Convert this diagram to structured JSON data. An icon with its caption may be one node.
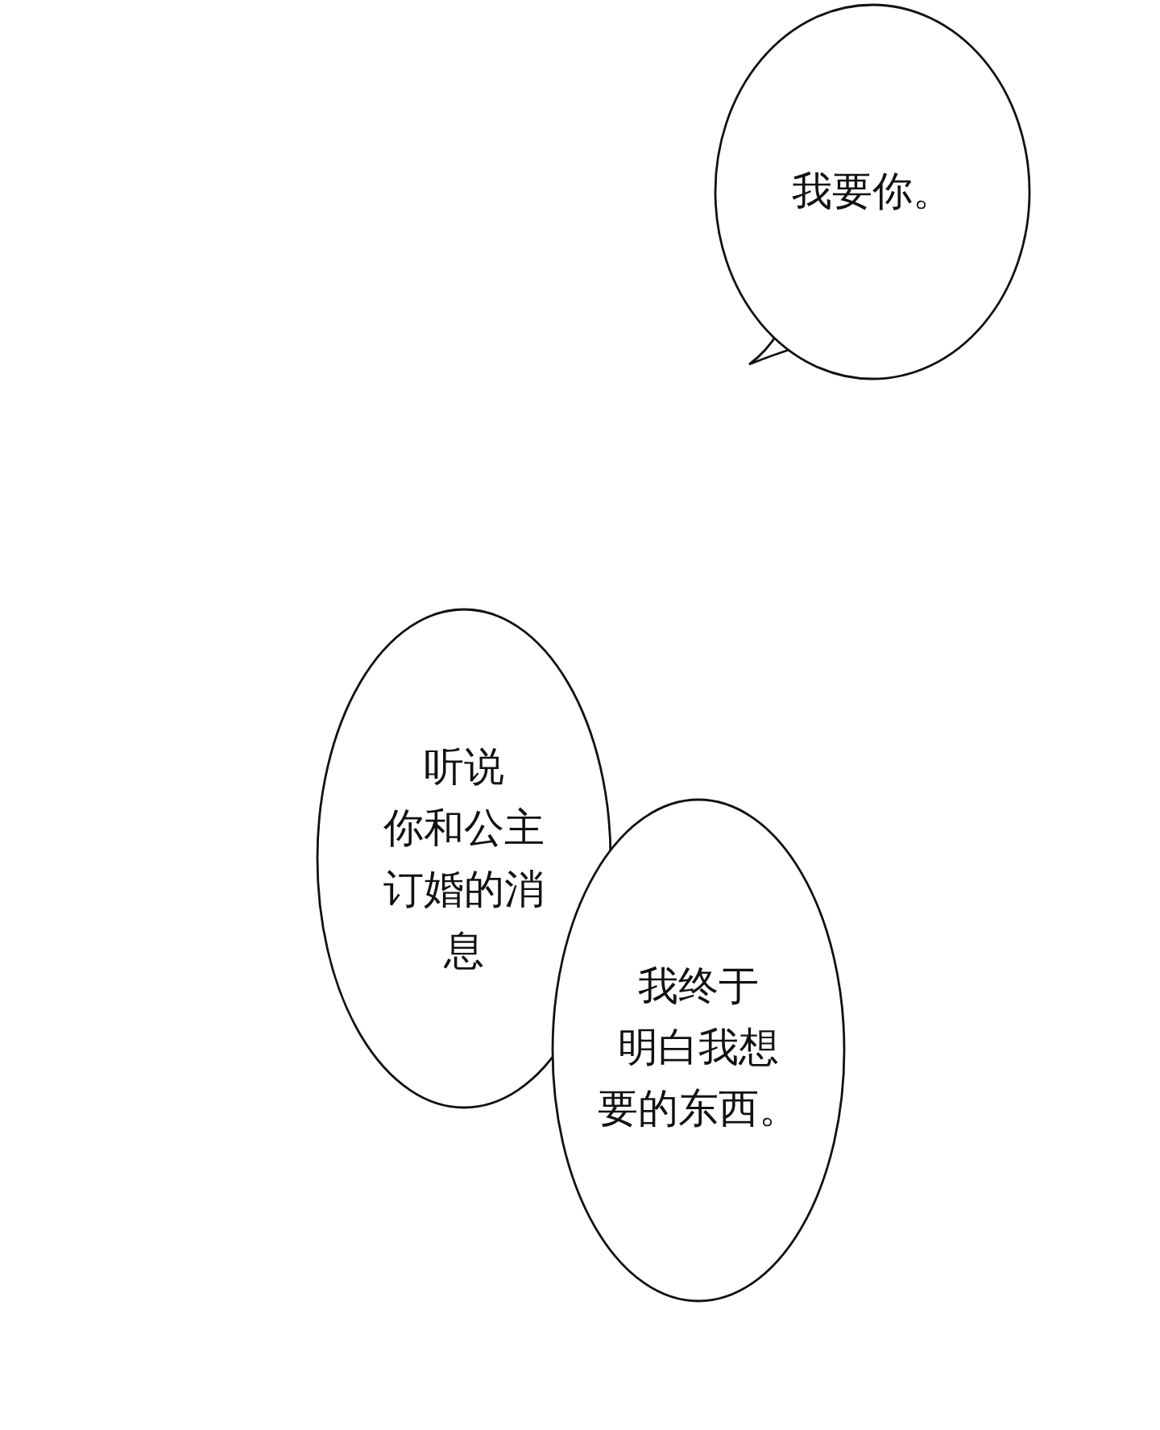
{
  "diagram": {
    "nodes": [
      {
        "text": [
          "我要你。"
        ]
      },
      {
        "text": [
          "听说你和公主订婚的消息"
        ]
      },
      {
        "text": [
          "我终于明白我想要的东西。"
        ]
      }
    ]
  }
}
